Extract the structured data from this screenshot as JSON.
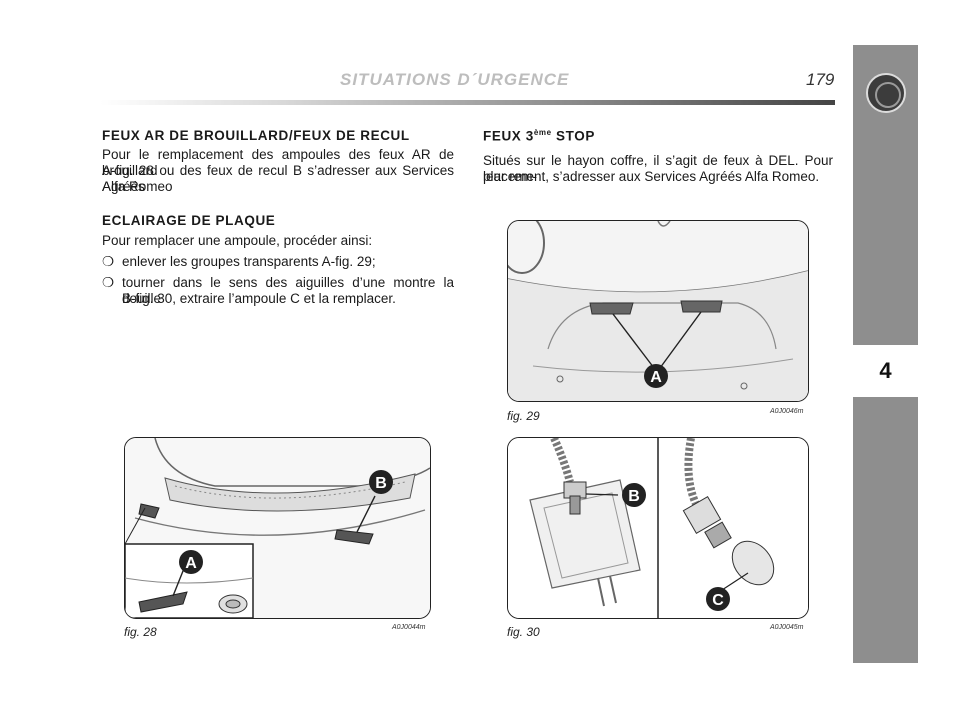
{
  "header": {
    "title": "SITUATIONS D´URGENCE",
    "page_number": "179"
  },
  "sidebar": {
    "chapter": "4",
    "logo_icon": "alfa-romeo-logo-icon"
  },
  "left": {
    "s1_heading": "FEUX AR DE BROUILLARD/FEUX DE RECUL",
    "s1_lines": [
      "Pour le remplacement des ampoules des feux AR de brouillard",
      "A-fig. 28 ou des feux de recul B s’adresser aux Services Agréés",
      "Alfa Romeo"
    ],
    "s2_heading": "ECLAIRAGE DE PLAQUE",
    "s2_intro": "Pour remplacer une ampoule, procéder ainsi:",
    "bullets": [
      {
        "lines": [
          "enlever les groupes transparents A-fig. 29;"
        ]
      },
      {
        "lines": [
          "tourner dans le sens des aiguilles d’une montre la douille",
          "B-fig. 30, extraire l’ampoule C et la remplacer."
        ]
      }
    ]
  },
  "right": {
    "s3_heading_main": "FEUX 3",
    "s3_heading_sup": "ème",
    "s3_heading_end": " STOP",
    "s3_lines": [
      "Situés sur le hayon coffre, il s’agit de feux à DEL. Pour leur rem-",
      "placement, s’adresser aux Services Agréés Alfa Romeo."
    ]
  },
  "figures": {
    "fig28": {
      "caption": "fig. 28",
      "code": "A0J0044m",
      "labels": [
        "A",
        "B"
      ]
    },
    "fig29": {
      "caption": "fig. 29",
      "code": "A0J0046m",
      "labels": [
        "A"
      ]
    },
    "fig30": {
      "caption": "fig. 30",
      "code": "A0J0045m",
      "labels": [
        "B",
        "C"
      ]
    }
  },
  "bullet_mark": "❍"
}
